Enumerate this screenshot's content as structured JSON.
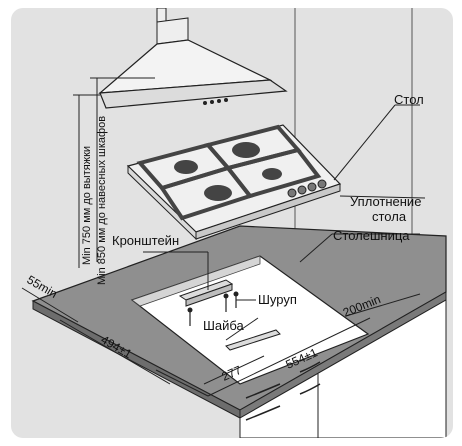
{
  "labels": {
    "table": "Стол",
    "seal_line1": "Уплотнение",
    "seal_line2": "стола",
    "countertop": "Столешница",
    "bracket": "Кронштейн",
    "screw": "Шуруп",
    "washer": "Шайба"
  },
  "dimensions": {
    "min_hood": "Min 750 мм до вытяжки",
    "min_cabinets": "Min 850 мм до навесных шкафов",
    "min_front": "55min",
    "min_side": "200min",
    "depth": "494±1",
    "width": "554±1",
    "half_width": "277"
  },
  "colors": {
    "background": "#e2e2e2",
    "line": "#1a1a1a",
    "countertop": "#8f8f8f",
    "cutout": "#ffffff"
  }
}
